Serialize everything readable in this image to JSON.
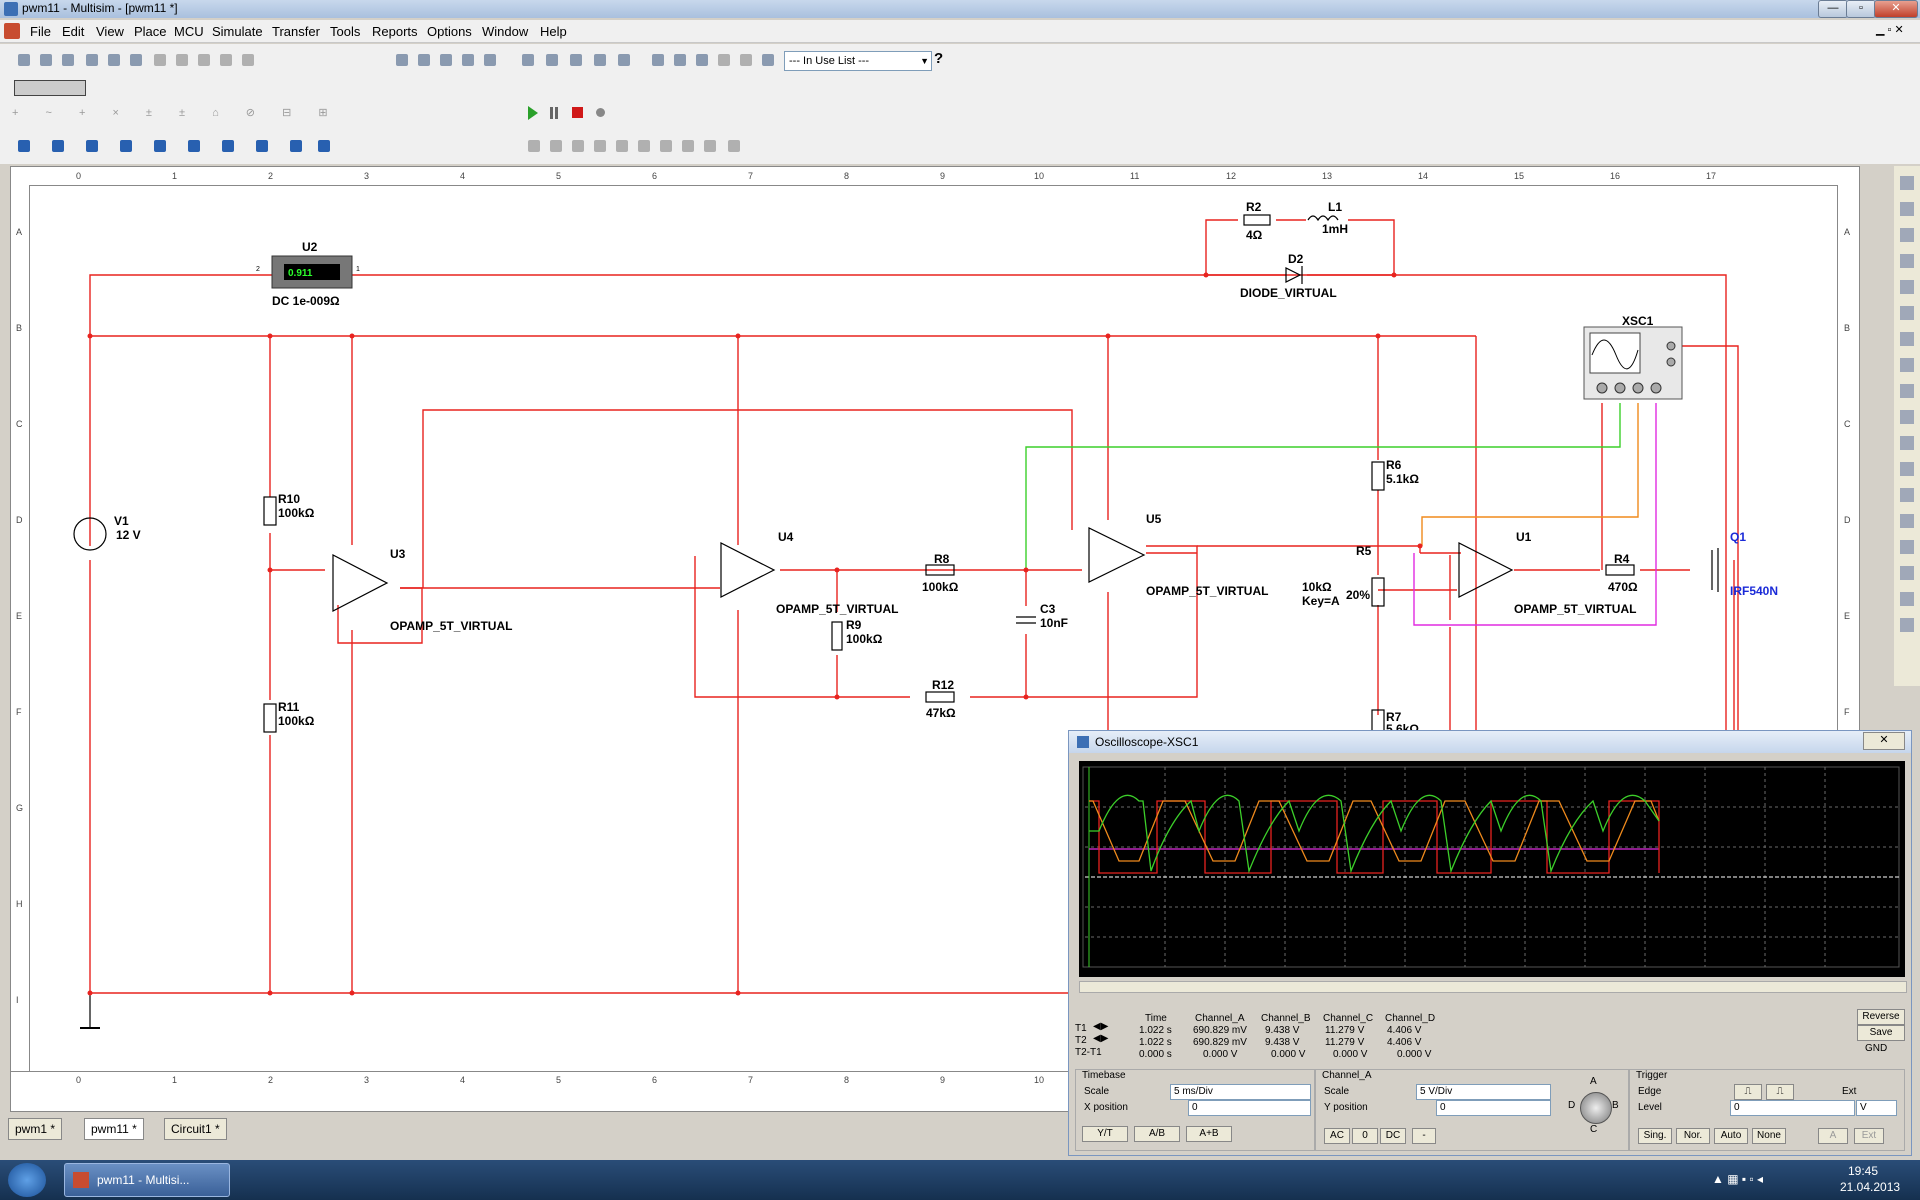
{
  "window": {
    "title": "pwm11 - Multisim - [pwm11 *]"
  },
  "menu": [
    "File",
    "Edit",
    "View",
    "Place",
    "MCU",
    "Simulate",
    "Transfer",
    "Tools",
    "Reports",
    "Options",
    "Window",
    "Help"
  ],
  "toolbar": {
    "in_use_list": "--- In Use List ---",
    "help_label": "?"
  },
  "ruler": {
    "cols": [
      "0",
      "1",
      "2",
      "3",
      "4",
      "5",
      "6",
      "7",
      "8",
      "9",
      "10",
      "11",
      "12",
      "13",
      "14",
      "15",
      "16",
      "17"
    ],
    "rows": [
      "A",
      "B",
      "C",
      "D",
      "E",
      "F",
      "G",
      "H",
      "I"
    ]
  },
  "components": {
    "u2": {
      "ref": "U2",
      "reading": "0.911",
      "label": "DC  1e-009Ω",
      "pin1": "1",
      "pin2": "2"
    },
    "v1": {
      "ref": "V1",
      "value": "12 V"
    },
    "r10": {
      "ref": "R10",
      "value": "100kΩ"
    },
    "r11": {
      "ref": "R11",
      "value": "100kΩ"
    },
    "u3": {
      "ref": "U3",
      "model": "OPAMP_5T_VIRTUAL"
    },
    "u4": {
      "ref": "U4",
      "model": "OPAMP_5T_VIRTUAL"
    },
    "r8": {
      "ref": "R8",
      "value": "100kΩ"
    },
    "r9": {
      "ref": "R9",
      "value": "100kΩ"
    },
    "r12": {
      "ref": "R12",
      "value": "47kΩ"
    },
    "c3": {
      "ref": "C3",
      "value": "10nF"
    },
    "u5": {
      "ref": "U5",
      "model": "OPAMP_5T_VIRTUAL"
    },
    "r6": {
      "ref": "R6",
      "value": "5.1kΩ"
    },
    "r5": {
      "ref": "R5",
      "value": "10kΩ",
      "key": "Key=A",
      "percent": "20%"
    },
    "r7": {
      "ref": "R7",
      "value": "5.6kΩ"
    },
    "u1": {
      "ref": "U1",
      "model": "OPAMP_5T_VIRTUAL"
    },
    "r4": {
      "ref": "R4",
      "value": "470Ω"
    },
    "q1": {
      "ref": "Q1",
      "model": "IRF540N"
    },
    "r2": {
      "ref": "R2",
      "value": "4Ω"
    },
    "l1": {
      "ref": "L1",
      "value": "1mH"
    },
    "d2": {
      "ref": "D2",
      "model": "DIODE_VIRTUAL"
    },
    "xsc1": {
      "ref": "XSC1"
    }
  },
  "oscilloscope": {
    "title": "Oscilloscope-XSC1",
    "readout": {
      "headers": [
        "Time",
        "Channel_A",
        "Channel_B",
        "Channel_C",
        "Channel_D"
      ],
      "rows": [
        {
          "label": "T1",
          "values": [
            "1.022 s",
            "690.829 mV",
            "9.438 V",
            "11.279 V",
            "4.406 V"
          ]
        },
        {
          "label": "T2",
          "values": [
            "1.022 s",
            "690.829 mV",
            "9.438 V",
            "11.279 V",
            "4.406 V"
          ]
        },
        {
          "label": "T2-T1",
          "values": [
            "0.000 s",
            "0.000 V",
            "0.000 V",
            "0.000 V",
            "0.000 V"
          ]
        }
      ]
    },
    "buttons": {
      "reverse": "Reverse",
      "save": "Save",
      "gnd": "GND"
    },
    "timebase": {
      "title": "Timebase",
      "scale_label": "Scale",
      "scale": "5 ms/Div",
      "xpos_label": "X position",
      "xpos": "0",
      "modes": [
        "Y/T",
        "A/B",
        "A+B"
      ]
    },
    "channel_a": {
      "title": "Channel_A",
      "scale_label": "Scale",
      "scale": "5  V/Div",
      "ypos_label": "Y position",
      "ypos": "0",
      "coupling": [
        "AC",
        "0",
        "DC",
        "-"
      ]
    },
    "knob_labels": {
      "a": "A",
      "b": "B",
      "c": "C",
      "d": "D"
    },
    "trigger": {
      "title": "Trigger",
      "edge_label": "Edge",
      "level_label": "Level",
      "level": "0",
      "unit": "V",
      "ext": "Ext",
      "modes": [
        "Sing.",
        "Nor.",
        "Auto",
        "None"
      ],
      "a": "A",
      "ext_btn": "Ext"
    }
  },
  "tabs": [
    "pwm1 *",
    "pwm11 *",
    "Circuit1 *"
  ],
  "taskbar": {
    "app": "pwm11 - Multisi...",
    "time": "19:45",
    "date": "21.04.2013"
  }
}
